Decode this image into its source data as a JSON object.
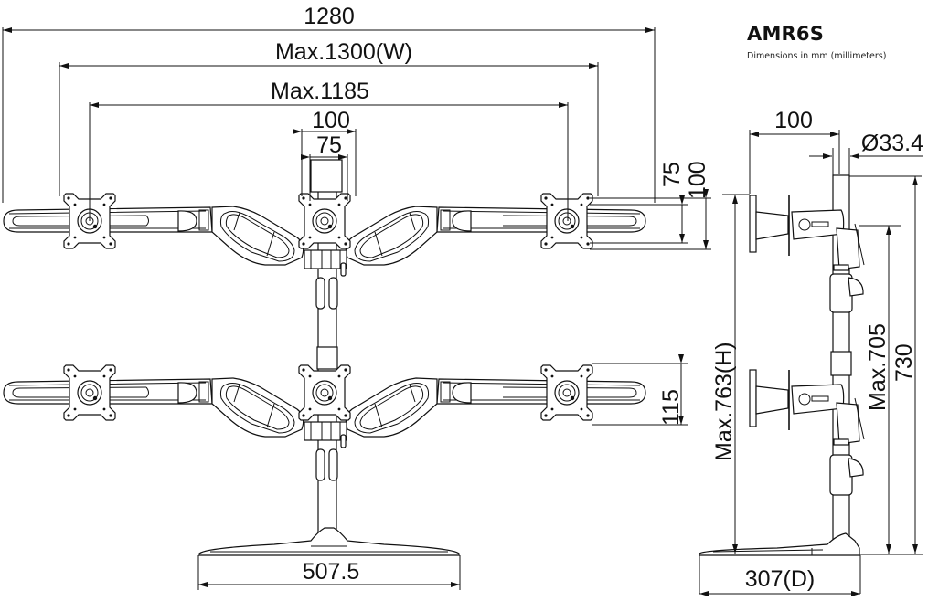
{
  "header": {
    "model": "AMR6S",
    "units_note": "Dimensions in mm (millimeters)"
  },
  "front_view": {
    "overall_width": "1280",
    "max_width": "Max.1300(W)",
    "max_arm_span": "Max.1185",
    "vesa_outer": "100",
    "vesa_inner": "75",
    "vesa_outer_vertical": "100",
    "vesa_inner_vertical": "75",
    "tier_height": "115",
    "base_width": "507.5"
  },
  "side_view": {
    "arm_offset": "100",
    "pole_diameter": "Ø33.4",
    "max_height": "Max.763(H)",
    "max_mount_height": "Max.705",
    "pole_height": "730",
    "base_depth": "307(D)"
  },
  "colors": {
    "line": "#111111",
    "background": "#ffffff"
  }
}
